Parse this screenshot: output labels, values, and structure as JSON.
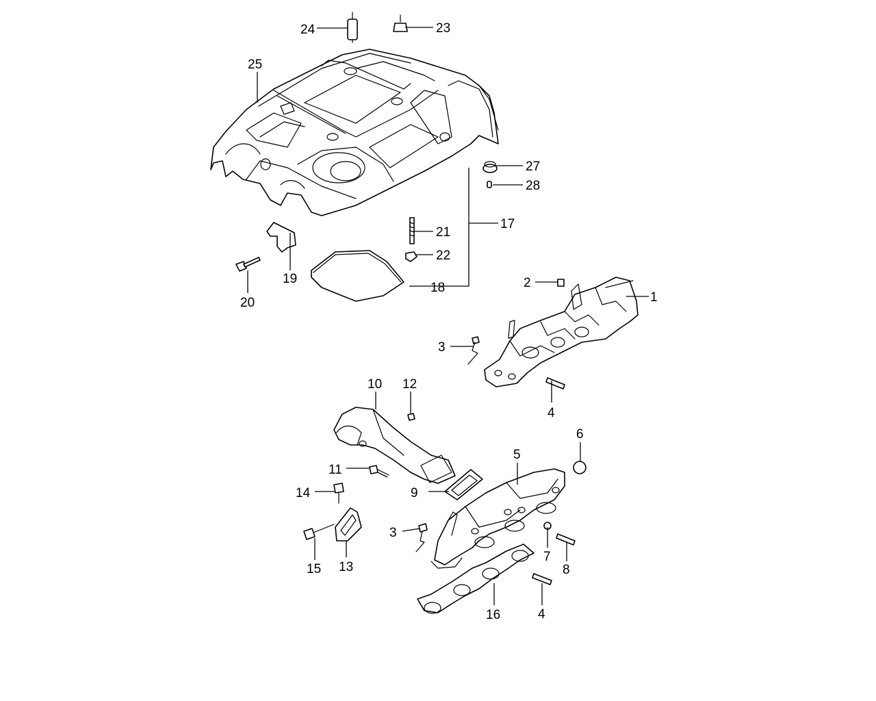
{
  "callouts": {
    "c1": "1",
    "c2": "2",
    "c3a": "3",
    "c3b": "3",
    "c4a": "4",
    "c4b": "4",
    "c5": "5",
    "c6": "6",
    "c7": "7",
    "c8": "8",
    "c9": "9",
    "c10": "10",
    "c11": "11",
    "c12": "12",
    "c13": "13",
    "c14": "14",
    "c15": "15",
    "c16": "16",
    "c17": "17",
    "c18": "18",
    "c19": "19",
    "c20": "20",
    "c21": "21",
    "c22": "22",
    "c23": "23",
    "c24": "24",
    "c25": "25",
    "c27": "27",
    "c28": "28"
  },
  "parts": {
    "engine_cover": "engine-cover-icon",
    "exhaust_manifold": "exhaust-manifold-icon",
    "intake_manifold": "intake-manifold-icon",
    "air_duct": "air-duct-icon",
    "manifold_gasket": "manifold-gasket-icon",
    "filter_pad": "filter-pad-icon",
    "bracket": "bracket-icon"
  },
  "colors": {
    "line": "#000000",
    "background": "#ffffff"
  }
}
